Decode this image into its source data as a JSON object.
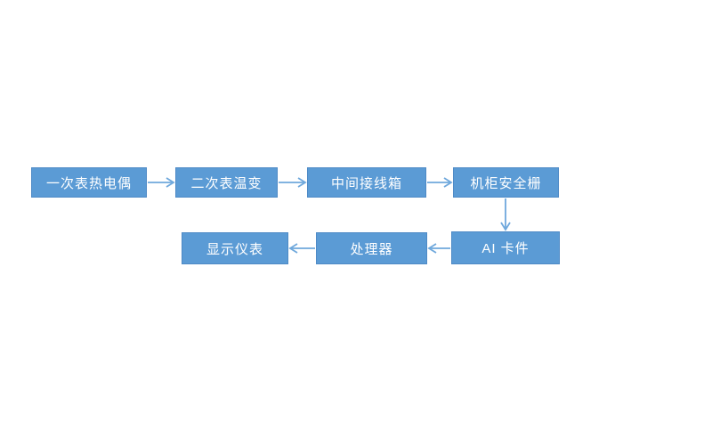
{
  "diagram": {
    "title": "instrument-signal-flowchart",
    "nodes": [
      {
        "id": "primary-thermocouple",
        "label": "一次表热电偶"
      },
      {
        "id": "secondary-temp-transmitter",
        "label": "二次表温变"
      },
      {
        "id": "intermediate-junction-box",
        "label": "中间接线箱"
      },
      {
        "id": "cabinet-safety-barrier",
        "label": "机柜安全栅"
      },
      {
        "id": "ai-card",
        "label": "AI 卡件"
      },
      {
        "id": "processor",
        "label": "处理器"
      },
      {
        "id": "display-instrument",
        "label": "显示仪表"
      }
    ],
    "edges": [
      {
        "from": "primary-thermocouple",
        "to": "secondary-temp-transmitter",
        "direction": "right"
      },
      {
        "from": "secondary-temp-transmitter",
        "to": "intermediate-junction-box",
        "direction": "right"
      },
      {
        "from": "intermediate-junction-box",
        "to": "cabinet-safety-barrier",
        "direction": "right"
      },
      {
        "from": "cabinet-safety-barrier",
        "to": "ai-card",
        "direction": "down"
      },
      {
        "from": "ai-card",
        "to": "processor",
        "direction": "left"
      },
      {
        "from": "processor",
        "to": "display-instrument",
        "direction": "left"
      }
    ],
    "colors": {
      "canvas_bg": "#ffffff",
      "node_fill": "#5B9BD5",
      "node_border": "#4E8AC6",
      "node_text": "#ffffff",
      "arrow_color": "#6FA8DC"
    }
  }
}
